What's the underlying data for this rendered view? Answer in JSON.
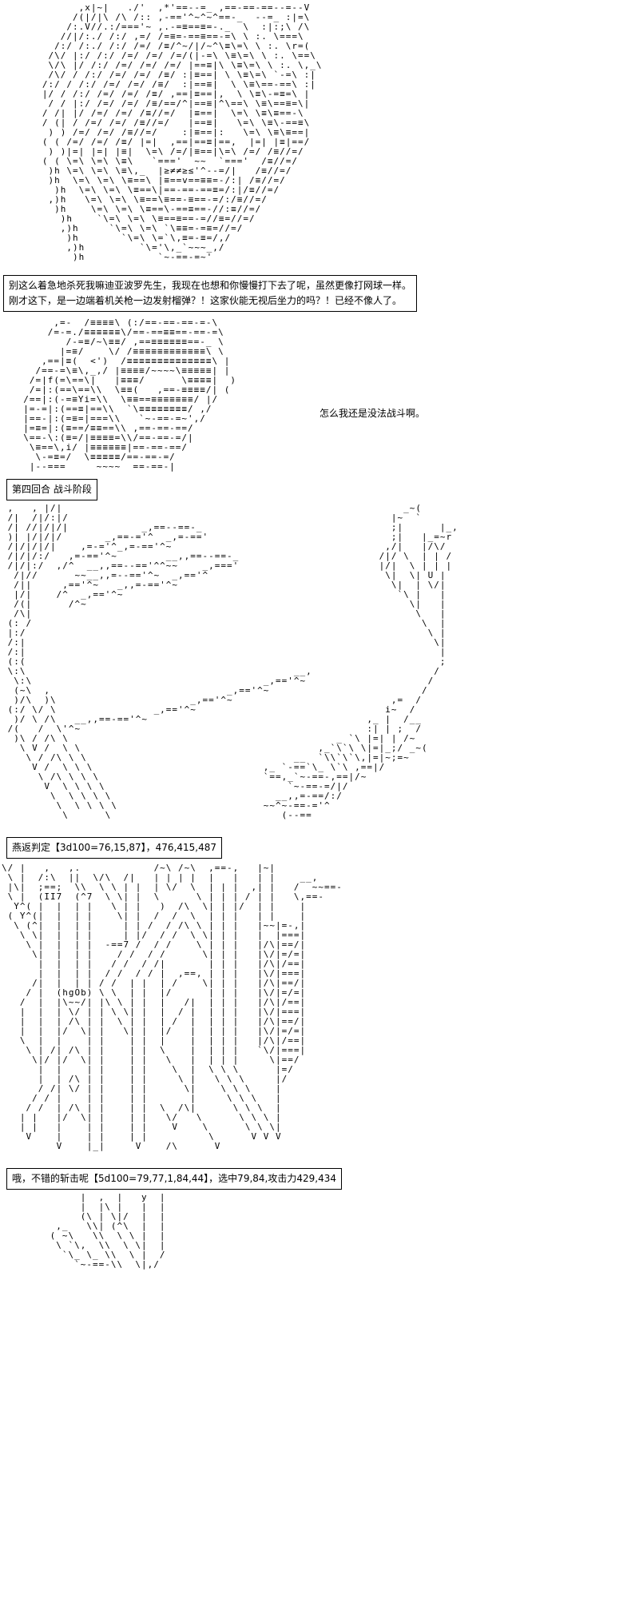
{
  "page": {
    "background": "#ffffff",
    "text_color": "#000000",
    "border_color": "#000000"
  },
  "dialogue": {
    "box1_line1": "别这么着急地杀死我嘛迪亚波罗先生，我现在也想和你慢慢打下去了呢，虽然更像打网球一样。",
    "box1_line2": "刚才这下，是一边端着机关枪一边发射榴弹？！这家伙能无视后坐力的吗？！已经不像人了。",
    "inline_1": "怎么我还是没法战斗啊。",
    "box2": "第四回合 战斗阶段",
    "box3": "燕返判定【3d100=76,15,87】，476,415,487",
    "box4": "哦，不错的斩击呢【5d100=79,77,1,84,44】，选中79,84,攻击力429,434"
  },
  "ascii_art": {
    "block1": [
      "         ,x|~|   ./'  ,*'==--=_ ,==-==-==--=--V",
      "        /(|/|\\ /\\ /:: ,-=='^~^~^==-_  --=_ :|=\\",
      "       /:.V//.:/==='~ ,.-=≡==≡=-._  \\  :|:;\\ /\\",
      "      //|/:./ /:/ ,=/ /=≡=-==≡==-=\\ \\ :. \\===\\",
      "     /:/ /:./ /:/ /=/ /≡/^~/|/~^\\≡\\=\\ \\ :. \\r=(",
      "    /\\/ |:/ /:/ /=/ /=/ /=/(|-=\\ \\≡\\=\\ \\ :. \\==\\",
      "    \\/\\ |/ /:/ /=/ /=/ /=/ |==≡|\\ \\≡\\=\\ \\ :. \\,_\\",
      "    /\\/ / /:/ /=/ /=/ /≡/ :|≡==| \\ \\≡\\=\\ `-=\\ :|",
      "   /:/ / /:/ /=/ /=/ /≡/  :|==≡|  \\ \\≡\\==-==\\ :|",
      "   |/ / /:/ /=/ /=/ /≡/ ,==|≡==|,  \\ \\≡\\-=≡=\\ |",
      "    / / |:/ /=/ /=/ /≡/==/^|==≡|^\\==\\ \\≡\\==≡=\\|",
      "   / /| |/ /=/ /=/ /≡//=/  |≡==|  \\=\\ \\≡\\≡==-\\",
      "   / (| / /=/ /=/ /≡//=/   |==≡|   \\=\\ \\≡\\-==≡\\",
      "    ) ) /=/ /=/ /≡//=/    :|≡==|:   \\=\\ \\≡\\≡==|",
      "   ( ( /=/ /=/ /≡/ |=|  ,==|==≡|==,  |=| |≡|==/",
      "    ) )|=| |=| |≡|  \\=\\ /=/|≡==|\\=\\ /=/ /≡//=/",
      "   ( ( \\=\\ \\=\\ \\≡\\   `==='  ~~  `==='  /≡//=/",
      "    )h \\=\\ \\=\\ \\≡\\,_  |≥≠≠≥≤'^--=/|   /≡//=/",
      "    )h  \\=\\ \\=\\ \\≡==\\ |≡==v==≡≡=-/:| /≡//=/",
      "     )h  \\=\\ \\=\\ \\≡==\\|==-==-==≡=/:|/≡//=/",
      "    ,)h   \\=\\ \\=\\ \\≡==\\≡==-≡==-=/:/≡//=/",
      "     )h    \\=\\ \\=\\ \\≡==\\-==≡==-//:≡//=/",
      "      )h    `\\=\\ \\=\\ \\≡==≡==-=//≡=//=/",
      "      ,)h     `\\=\\ \\=\\ `\\≡≡=-=≡=//=/",
      "       )h       `\\=\\ \\=`\\,≡=-≡=/,/",
      "       ,)h         `\\='\\,_`~~~_,/",
      "        )h            `~-==-=~'"
    ],
    "block2": [
      "       ,=-  /≡≡≡≡\\ (:/==-==-==-=-\\",
      "      /=-=./≡≡≡≡≡≡\\/==-==≡≡==-==-=\\",
      "         /-=≡/~\\≡≡/ ,==≡≡≡≡≡≡==-_ \\",
      "        |=≡/    \\/ /≡≡≡≡≡≡≡≡≡≡≡≡\\ \\",
      "     ,==|≡(  <')  /≡≡≡≡≡≡≡≡≡≡≡≡≡≡\\ |",
      "    /==-=\\≡\\,_,/ |≡≡≡≡/~~~~\\≡≡≡≡≡| |",
      "   /=|f(=\\==\\|   |≡≡≡/      \\≡≡≡≡|  )",
      "   /=|:(==\\==\\\\  \\≡≡(   ,==-≡≡≡≡/| (",
      "  /==|:(-=≡Yi=\\\\  \\≡≡==≡≡≡≡≡≡≡/ |/",
      "  |=-=|:(==≡|==\\\\  `\\≡≡≡≡≡≡≡≡/ ,/",
      "  |==-|:(=≡=|===\\\\   `~-==-=~',/",
      "  |=≡=|:(≡==/≡≡==\\\\ ,==-==-==/",
      "  \\==-\\:(≡=/|≡≡≡≡=\\\\/==-==-=/|",
      "   \\≡==\\,i/ |≡≡≡≡≡≡|==-==-==/",
      "    \\-=≡=/  \\≡≡≡≡≡/==-==-=/",
      "   |--===     ~~~~  ==-==-|"
    ],
    "block3": [
      " ,   , |/|                                                        _~(",
      " /|  /|/:|/                                                     |~  `",
      " /| //|/|/|            _,==--==-_                               ;|      |_,",
      " )| |/|/|/       _,==-='^  _,=-=='                              ;|   |_=~r",
      " /|/|/|/|    ,=-='^_,=-=='^~                                   ,/|   |/\\/",
      " /|/|/:/   ,=-=='^~        __,,==--==-_                       /|/ \\  | | /",
      " /|/|:/  ,/^  __,,==--=='^^~~    _,==='                       |/|  \\ | | |",
      "  /|//      ~~__,,=--=='^~  _,=='^                             \\|  \\| U |",
      "  /||     ,=='^~   _,,=-=='^~                                   \\|  | \\/|",
      "  |/|    /^  _,=='^~                                             `\\ |   |",
      "  /(|      /^~                                                     \\|   |",
      "  /\\|                                                               \\   |",
      " (: /                                                                \\  |",
      " |:/                                                                  \\ |",
      " /:|                                                                   \\|",
      " /:|                                                                    |",
      " (:(                                                                    ;",
      " \\:\\                                            __,                    /",
      "  \\:\\                                      _,=='^~                    /",
      "  (~\\  ,                             _,=='^~                         /",
      "  )/\\  )\\                      _,=='^~                          ,=  /",
      " (:/ \\/ \\                _,=='^~                               i~  /",
      "  )/ \\ /\\   __,,==-=='^~                                    ,_ |  /__",
      " /(   /  \\'^~                                               :| | ;  /",
      "  )\\ / /\\ \\                                            _ `\\ |=| | /~",
      "   \\ V /  \\ \\                                       ,_`\\`\\ \\|=|_;/ _~(",
      "    \\ / /\\ \\ \\                                  __  `\\\\`\\`\\,|=|~;=~",
      "     V /  \\ \\ \\                            ,_ `-==`\\_ \\`\\ ,==|/",
      "      \\ /\\ \\ \\ \\                           `==,_`~-==-,==|/~",
      "       V  \\ \\ \\ \\                              `~-==-=/|/",
      "        \\  \\ \\ \\ \\                           __,,=-==/:/",
      "         \\  \\ \\ \\ \\                        ~~^~-==-='^",
      "          \\      \\                            (--=="
    ],
    "block4": [
      "\\/ |   ,   ,.            /~\\ /~\\  ,==-,   |~|",
      " \\ |  /:\\  ||  \\/\\  /|   | | | |  |   |   | |    __,",
      " |\\|  ;==;  \\\\  \\ \\ | |  | \\/  \\  | | |  ,| |   /  ~~==-",
      " \\ |  (II7  (^7  \\ \\| |  \\      \\ | | | / | |   \\,==-",
      "  Y^( |  |  | |   \\ | |   )  /\\  \\| | |/  | |    |",
      " ( Y^(|  |  | |    \\| |  /  /  \\  | | |   | |    |",
      "  \\ (^|  |  | |     | | /  / /\\ \\ | | |   |~~|=-,|",
      "   \\ \\|  |  | |     | |/  / /  \\ \\| | |   |  |===|",
      "    \\ |  |  | |  -==7 /  / /    \\ | | |   |/\\|==/|",
      "     \\|  |  | |    / /  / /      \\| | |   |\\/|=/=|",
      "      |  |  | |   / /  / /|       | | |   |/\\|/==|",
      "      |  |  | |  / /  / / |  ,==, | | |   |\\/|===|",
      "     /|  |  | | / /  | |  | /    \\| | |   |/\\|==/|",
      "    / |  (hgOb) \\ \\  | |  |/      | | |   |\\/|=/=|",
      "   /  |  |\\~~/| |\\ \\ | |  |   /|  | | |   |/\\|/==|",
      "   |  |  | \\/ | | \\ \\| |  |  / |  | | |   |\\/|===|",
      "   |  |  | /\\ | |  \\ | |  | /  |  | | |   |/\\|==/|",
      "   |  |  |/  \\| |   \\| |  |/   |  | | |   |\\/|=/=|",
      "   \\  |  |    | |    | |  |    |  | | |   |/\\|/==|",
      "    \\ | /| /\\ | |    | |  \\    |  | | |   `\\/|===|",
      "     \\|/ |/  \\| |    | |   \\   |  | | |     \\|==/",
      "      |  |    | |    | |    \\  |  \\ \\ \\      |=/",
      "      |  | /\\ | |    | |     \\ |   \\ \\ \\     |/",
      "      / /| \\/ | |    | |      \\|    \\ \\ \\    |",
      "     / / |    | |    | |       |     \\ \\ \\   |",
      "    / /  | /\\ | |    | |  \\  /\\|      \\ \\ \\  |",
      "   | |   |/  \\| |    | |   \\/   \\      \\ \\ \\ |",
      "   | |   |    | |    | |    V    \\      \\ \\ \\|",
      "    V    |    | |    | |          \\      V V V",
      "         V    |_|     V    /\\      V"
    ],
    "block5": [
      "      |  ,  |   y  |",
      "      |  |\\ |   |  |",
      "      (\\ | \\|/  |  |",
      "  ,_   \\\\| (^\\  |  |",
      " ( ~\\   \\\\  \\ \\ |  |",
      "  \\ `\\,  \\\\  \\ \\|  |",
      "   `\\_ \\_ \\\\  \\ |  /",
      "     `~-==-\\\\  \\|,/"
    ]
  }
}
